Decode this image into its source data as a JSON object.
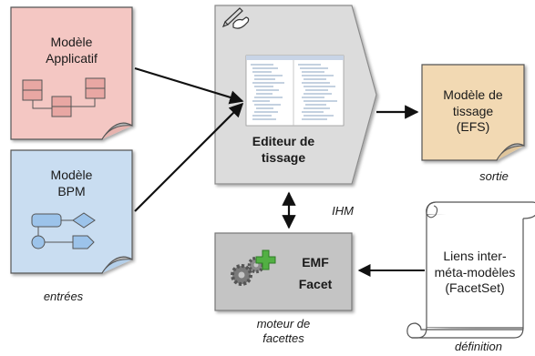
{
  "documents": {
    "applicatif": {
      "lines": [
        "Modèle",
        "Applicatif"
      ],
      "fill": "#f4c7c3",
      "stroke": "#555555"
    },
    "bpm": {
      "lines": [
        "Modèle",
        "BPM"
      ],
      "fill": "#c9ddf1",
      "stroke": "#555555"
    },
    "tissage": {
      "lines": [
        "Modèle de",
        "tissage",
        "(EFS)"
      ],
      "fill": "#f2d9b3",
      "stroke": "#555555"
    },
    "facetset": {
      "lines": [
        "Liens inter-",
        "méta-modèles",
        "(FacetSet)"
      ],
      "fill": "#ffffff",
      "stroke": "#555555"
    }
  },
  "editor": {
    "lines": [
      "Editeur de",
      "tissage"
    ],
    "fill": "#dcdcdc",
    "icon": "pen-hand-icon",
    "thumbnail": "editor-screenshot-thumbnail"
  },
  "engine": {
    "lines": [
      "EMF",
      "Facet"
    ],
    "fill": "#c4c4c4",
    "icon": "gears-plus-icon"
  },
  "captions": {
    "entrees": "entrées",
    "sortie": "sortie",
    "ihm": "IHM",
    "moteur": [
      "moteur de",
      "facettes"
    ],
    "definition": "définition"
  },
  "colors": {
    "arrow": "#111111",
    "applicatif_icon": "#e8a7a3",
    "bpm_icon": "#9cc3ea",
    "gear": "#7a7a7a",
    "plus": "#52b043"
  }
}
